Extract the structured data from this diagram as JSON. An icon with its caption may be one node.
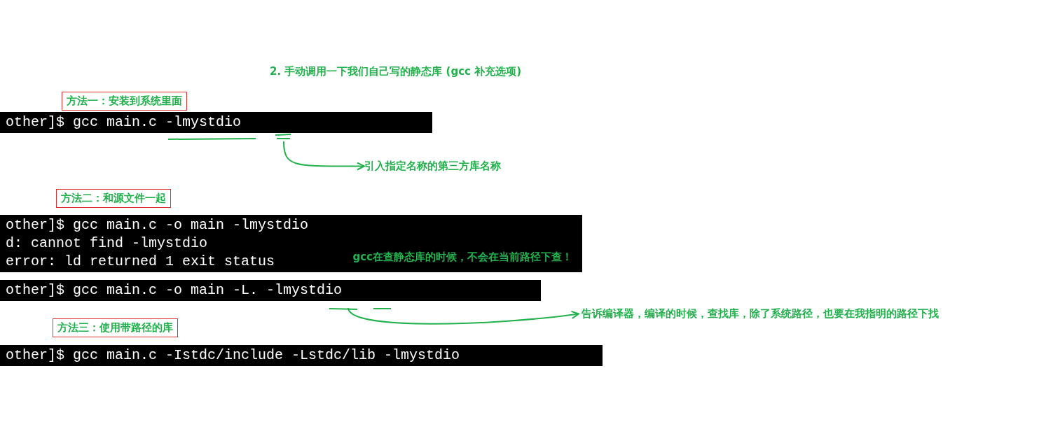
{
  "diagram": {
    "title": "2. 手动调用一下我们自己写的静态库 (gcc 补充选项)",
    "nodes": [
      {
        "text": [
          "方法一：安装到系统里面"
        ]
      },
      {
        "text": [
          "other]$ gcc main.c -lmystdio"
        ]
      },
      {
        "text": [
          "引入指定名称的第三方库名称"
        ]
      },
      {
        "text": [
          "方法二：和源文件一起"
        ]
      },
      {
        "text": [
          "other]$ gcc main.c -o main -lmystdio",
          "d: cannot find -lmystdio",
          "error: ld returned 1 exit status",
          "gcc在查静态库的时候，不会在当前路径下查！"
        ]
      },
      {
        "text": [
          "other]$ gcc main.c -o main -L. -lmystdio"
        ]
      },
      {
        "text": [
          "告诉编译器，编译的时候，查找库，除了系统路径，也要在我指明的路径下找"
        ]
      },
      {
        "text": [
          "方法三：使用带路径的库"
        ]
      },
      {
        "text": [
          "other]$ gcc main.c -Istdc/include -Lstdc/lib -lmystdio"
        ]
      }
    ],
    "edges": [
      {
        "from": 1,
        "to": 2,
        "arrow": "to",
        "color": "#22b14c"
      },
      {
        "from": 5,
        "to": 6,
        "arrow": "to",
        "color": "#22b14c"
      }
    ]
  }
}
